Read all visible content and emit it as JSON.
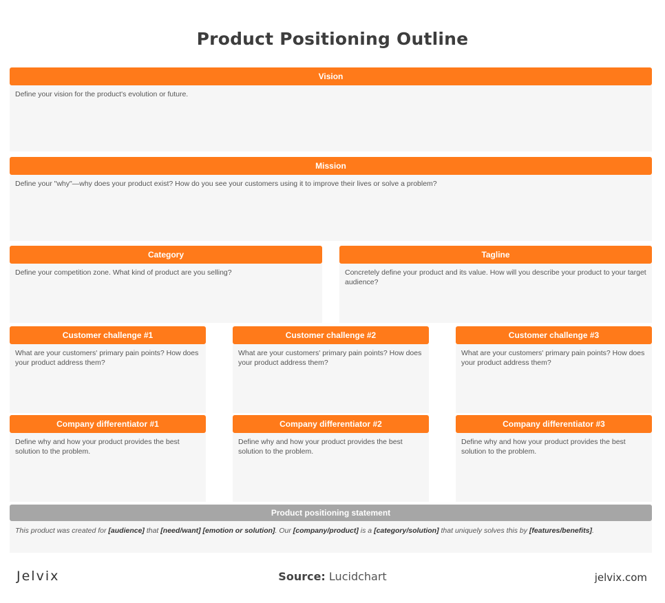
{
  "page": {
    "title": "Product Positioning Outline"
  },
  "vision": {
    "label": "Vision",
    "text": "Define your vision for the product's evolution or future."
  },
  "mission": {
    "label": "Mission",
    "text": "Define your \"why\"—why does your product exist? How do you see your customers using it to improve their lives or solve a problem?"
  },
  "category": {
    "label": "Category",
    "text": "Define your competition zone. What kind of product are you selling?"
  },
  "tagline": {
    "label": "Tagline",
    "text": "Concretely define your product and its value. How will you describe your product to your target audience?"
  },
  "challenges": [
    {
      "label": "Customer challenge #1",
      "text": "What are your customers' primary pain points? How does your product address them?"
    },
    {
      "label": "Customer challenge #2",
      "text": "What are your customers' primary pain points? How does your product address them?"
    },
    {
      "label": "Customer challenge #3",
      "text": "What are your customers' primary pain points? How does your product address them?"
    }
  ],
  "differentiators": [
    {
      "label": "Company differentiator #1",
      "text": "Define why and how your product provides the best solution to the problem."
    },
    {
      "label": "Company differentiator #2",
      "text": "Define why and how your product provides the best solution to the problem."
    },
    {
      "label": "Company differentiator #3",
      "text": "Define why and how your product provides the best solution to the problem."
    }
  ],
  "statement": {
    "label": "Product positioning statement",
    "parts": [
      "This product was created for ",
      "[audience]",
      " that ",
      "[need/want] [emotion or solution]",
      ". Our ",
      "[company/product]",
      " is a ",
      "[category/solution]",
      " that uniquely solves this by ",
      "[features/benefits]",
      "."
    ]
  },
  "footer": {
    "logo": "Jelvix",
    "source_label": "Source:",
    "source_value": "Lucidchart",
    "url": "jelvix.com"
  },
  "colors": {
    "accent": "#ff7a1a",
    "statement_header": "#a6a6a6",
    "body_bg": "#f6f6f6"
  }
}
